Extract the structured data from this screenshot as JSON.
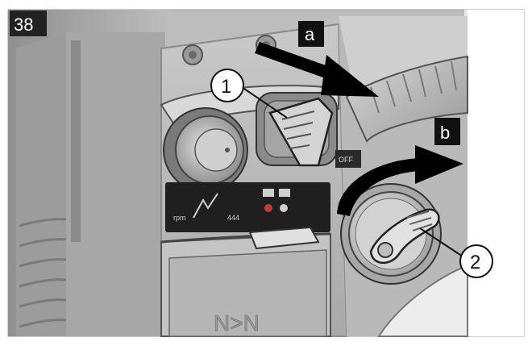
{
  "figure": {
    "number": "38",
    "labels": {
      "a": "a",
      "b": "b",
      "callout_1": "1",
      "callout_2": "2"
    },
    "panel_text": {
      "switch_label": "OFF",
      "front_lettering": "N>N"
    },
    "colors": {
      "badge": "#222222",
      "housing": "#bdbdbd",
      "arrow": "#000000",
      "outline": "#111111",
      "panel_dark": "#1f1f1f"
    }
  }
}
